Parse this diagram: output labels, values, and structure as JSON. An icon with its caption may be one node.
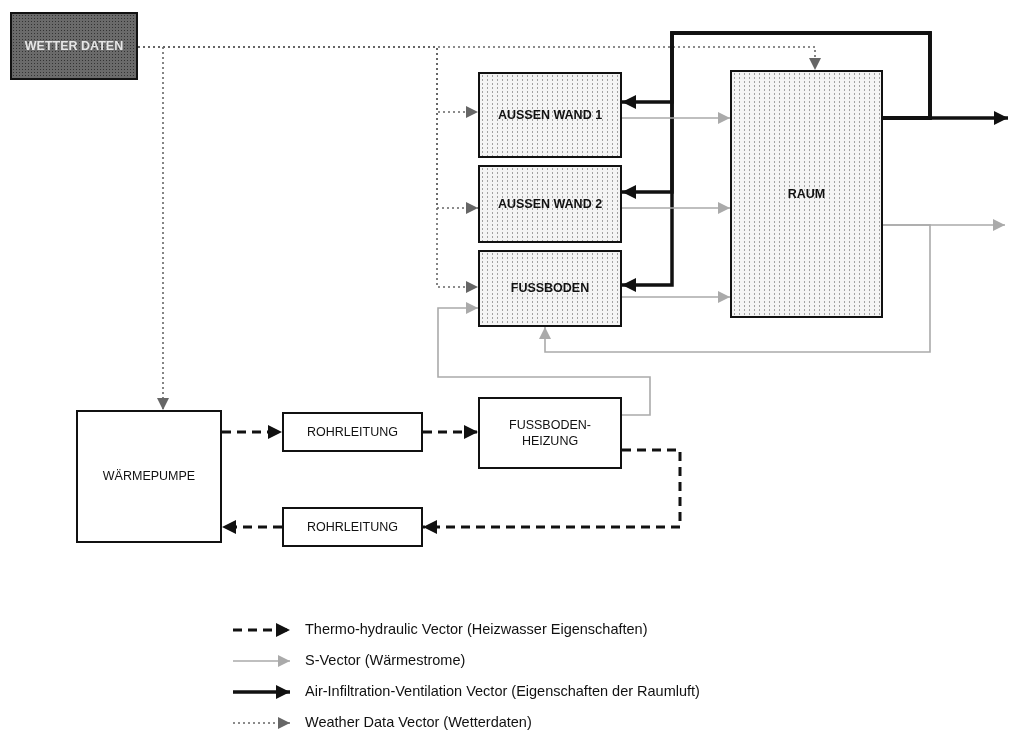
{
  "diagram": {
    "nodes": [
      {
        "text": [
          "WETTER DATEN"
        ]
      },
      {
        "text": [
          "AUSSEN WAND 1"
        ]
      },
      {
        "text": [
          "AUSSEN WAND 2"
        ]
      },
      {
        "text": [
          "FUSSBODEN"
        ]
      },
      {
        "text": [
          "RAUM"
        ]
      },
      {
        "text": [
          "WÄRMEPUMPE"
        ]
      },
      {
        "text": [
          "ROHRLEITUNG"
        ]
      },
      {
        "text": [
          "FUSSBODEN-HEIZUNG"
        ]
      },
      {
        "text": [
          "ROHRLEITUNG"
        ]
      }
    ],
    "edges": [
      {
        "from": 0,
        "to": 5,
        "arrow": "to",
        "style": "dashed",
        "color": "#666666"
      },
      {
        "from": 0,
        "to": 1,
        "arrow": "to",
        "style": "dashed",
        "color": "#666666"
      },
      {
        "from": 0,
        "to": 2,
        "arrow": "to",
        "style": "dashed",
        "color": "#666666"
      },
      {
        "from": 0,
        "to": 3,
        "arrow": "to",
        "style": "dashed",
        "color": "#666666"
      },
      {
        "from": 0,
        "to": 4,
        "arrow": "to",
        "style": "dashed",
        "color": "#666666"
      },
      {
        "from": 4,
        "to": null,
        "arrow": "to",
        "style": "thick"
      },
      {
        "from": 4,
        "to": 1,
        "arrow": "to",
        "style": "thick"
      },
      {
        "from": 4,
        "to": 2,
        "arrow": "to",
        "style": "thick"
      },
      {
        "from": 4,
        "to": 3,
        "arrow": "to",
        "style": "thick"
      },
      {
        "from": 1,
        "to": 4,
        "arrow": "to",
        "color": "#aaaaaa"
      },
      {
        "from": 2,
        "to": 4,
        "arrow": "to",
        "color": "#aaaaaa"
      },
      {
        "from": 3,
        "to": 4,
        "arrow": "to",
        "color": "#aaaaaa"
      },
      {
        "from": 4,
        "to": null,
        "arrow": "to",
        "color": "#aaaaaa"
      },
      {
        "from": 4,
        "to": 3,
        "arrow": "to",
        "color": "#aaaaaa"
      },
      {
        "from": 7,
        "to": 3,
        "arrow": "to",
        "color": "#aaaaaa"
      },
      {
        "from": 5,
        "to": 6,
        "arrow": "to",
        "style": "dashed"
      },
      {
        "from": 6,
        "to": 7,
        "arrow": "to",
        "style": "dashed"
      },
      {
        "from": 7,
        "to": 8,
        "arrow": "to",
        "style": "dashed"
      },
      {
        "from": 8,
        "to": 5,
        "arrow": "to",
        "style": "dashed"
      }
    ],
    "legend": [
      {
        "text": "Thermo-hydraulic Vector (Heizwasser Eigenschaften)"
      },
      {
        "text": "S-Vector (Wärmestrome)"
      },
      {
        "text": "Air-Infiltration-Ventilation Vector (Eigenschaften der Raumluft)"
      },
      {
        "text": "Weather Data Vector (Wetterdaten)"
      }
    ]
  }
}
